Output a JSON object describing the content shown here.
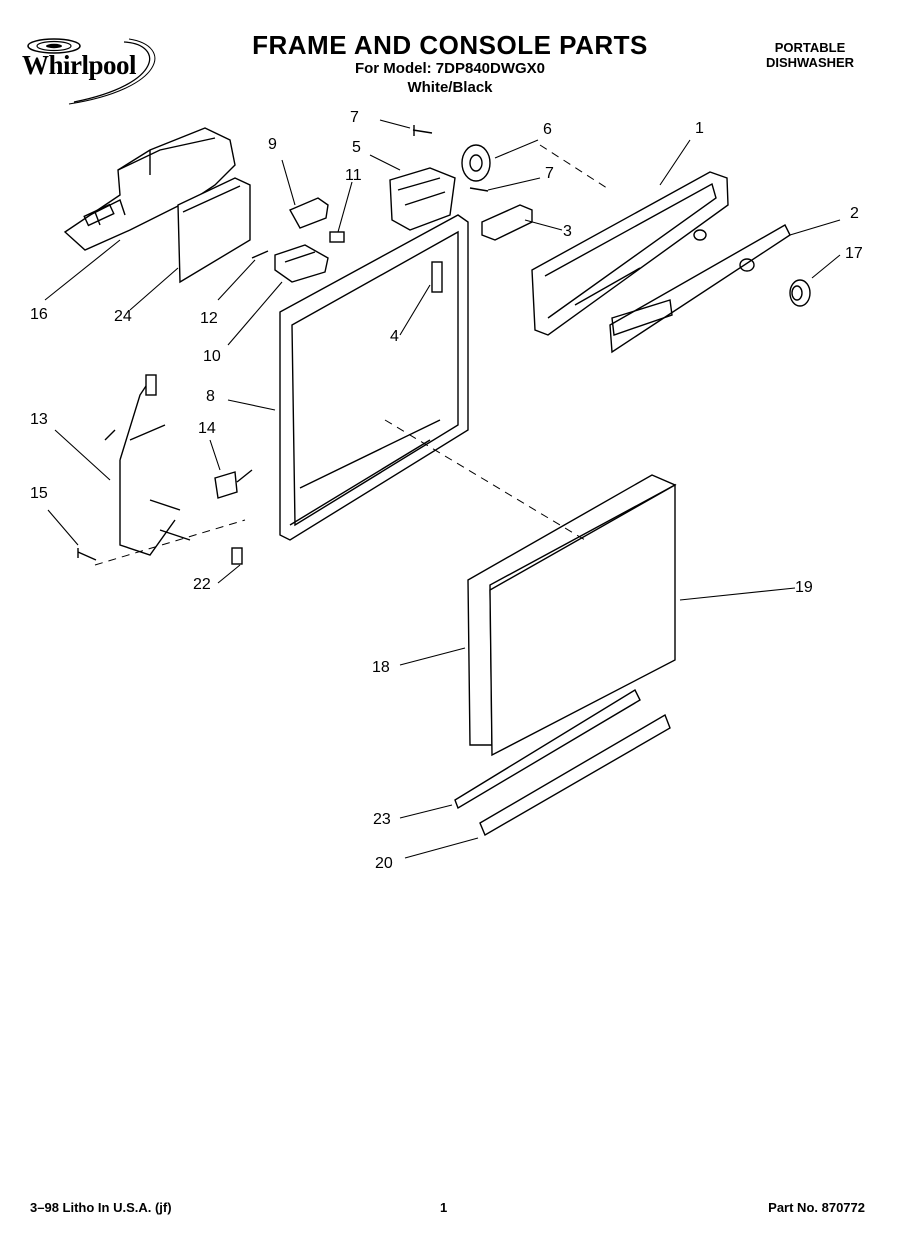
{
  "header": {
    "brand": "Whirlpool",
    "title": "FRAME AND CONSOLE PARTS",
    "model_line": "For Model: 7DP840DWGX0",
    "color_line": "White/Black",
    "product_line1": "PORTABLE",
    "product_line2": "DISHWASHER"
  },
  "callouts": {
    "c1": "1",
    "c2": "2",
    "c3": "3",
    "c4": "4",
    "c5": "5",
    "c6": "6",
    "c7a": "7",
    "c7b": "7",
    "c8": "8",
    "c9": "9",
    "c10": "10",
    "c11": "11",
    "c12": "12",
    "c13": "13",
    "c14": "14",
    "c15": "15",
    "c16": "16",
    "c17": "17",
    "c18": "18",
    "c19": "19",
    "c20": "20",
    "c22": "22",
    "c23": "23",
    "c24": "24"
  },
  "footer": {
    "left": "3–98 Litho In U.S.A. (jf)",
    "page": "1",
    "part_no": "Part No. 870772"
  }
}
